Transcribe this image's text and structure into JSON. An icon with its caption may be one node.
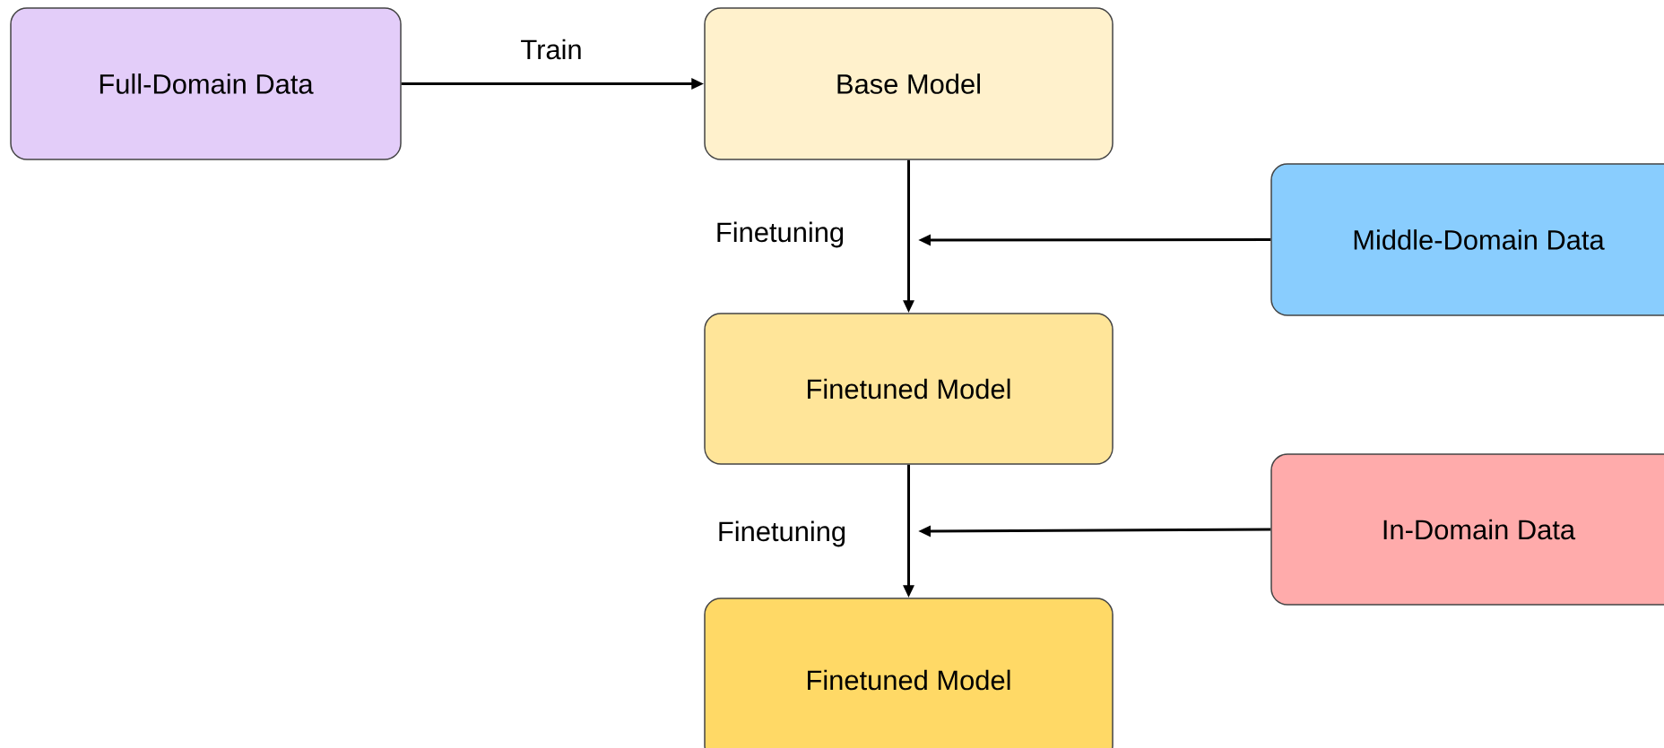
{
  "diagram": {
    "nodes": [
      {
        "text": [
          "Full-Domain Data"
        ]
      },
      {
        "text": [
          "Base Model"
        ]
      },
      {
        "text": [
          "Middle-Domain Data"
        ]
      },
      {
        "text": [
          "Finetuned Model"
        ]
      },
      {
        "text": [
          "In-Domain Data"
        ]
      },
      {
        "text": [
          "Finetuned Model"
        ]
      }
    ],
    "edges": [
      {
        "from": 0,
        "to": 1,
        "arrow": "to",
        "label": "Train"
      },
      {
        "from": 1,
        "to": 3,
        "arrow": "to",
        "label": "Finetuning"
      },
      {
        "from": 2,
        "to": null,
        "arrow": "to"
      },
      {
        "from": 3,
        "to": 5,
        "arrow": "to",
        "label": "Finetuning"
      },
      {
        "from": 4,
        "to": null,
        "arrow": "to"
      }
    ]
  }
}
